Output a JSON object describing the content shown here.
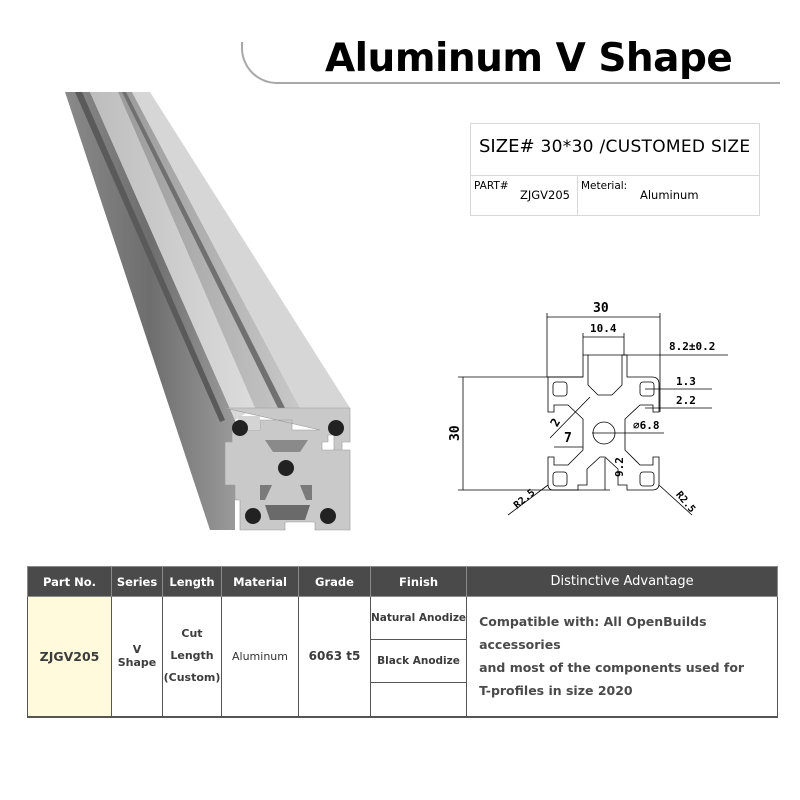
{
  "header": {
    "title": "Aluminum V Shape"
  },
  "size_box": {
    "size_label": "SIZE#",
    "size_value": "30*30 /CUSTOMED SIZE",
    "part_label": "PART#",
    "part_value": "ZJGV205",
    "material_label": "Meterial:",
    "material_value": "Aluminum"
  },
  "drawing": {
    "dimensions": {
      "width_total": "30",
      "height_total": "30",
      "slot_outer": "10.4",
      "slot_inner": "8.2±0.2",
      "hole_gap": "1.3",
      "lip": "2.2",
      "wall": "2",
      "center_offset": "7",
      "center_hole": "⌀6.8",
      "depth": "9.2",
      "radius_left": "R2.5",
      "radius_right": "R2.5"
    }
  },
  "spec_table": {
    "headers": [
      "Part No.",
      "Series",
      "Length",
      "Material",
      "Grade",
      "Finish",
      "Distinctive Advantage"
    ],
    "row": {
      "part_no": "ZJGV205",
      "series": "V Shape",
      "length_line1": "Cut Length",
      "length_line2": "(Custom)",
      "material": "Aluminum",
      "grade": "6063 t5",
      "finish": [
        "Natural Anodize",
        "Black Anodize",
        ""
      ],
      "advantage": [
        "Compatible with: All OpenBuilds accessories",
        "and most of the components used for",
        "T-profiles in size 2020"
      ]
    }
  },
  "colors": {
    "header_bg": "#4a4a4a",
    "part_cell_bg": "#fffadc",
    "text_gray": "#3c3c3c"
  }
}
